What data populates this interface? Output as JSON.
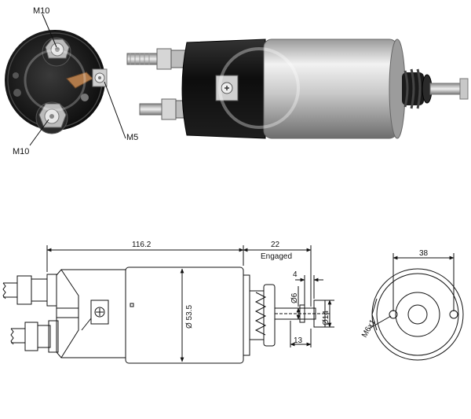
{
  "photo": {
    "end_view_labels": {
      "terminal_top": "M10",
      "terminal_bottom": "M10",
      "small_terminal": "M5"
    }
  },
  "drawing": {
    "side_view": {
      "overall_length": "116.2",
      "stroke": "22",
      "stroke_note": "Engaged",
      "body_diameter": "Ø 53.5",
      "pin_dim": "4",
      "shaft_diameter": "Ø6",
      "end_diameter": "Ø14",
      "end_length": "13"
    },
    "end_view": {
      "mount_spacing": "38",
      "thread_label": "M6x1"
    }
  },
  "colors": {
    "line": "#111111",
    "body_light": "#d8d8d8",
    "body_dark": "#7a7a7a",
    "cap_black": "#141414",
    "copper": "#b07a4a"
  }
}
